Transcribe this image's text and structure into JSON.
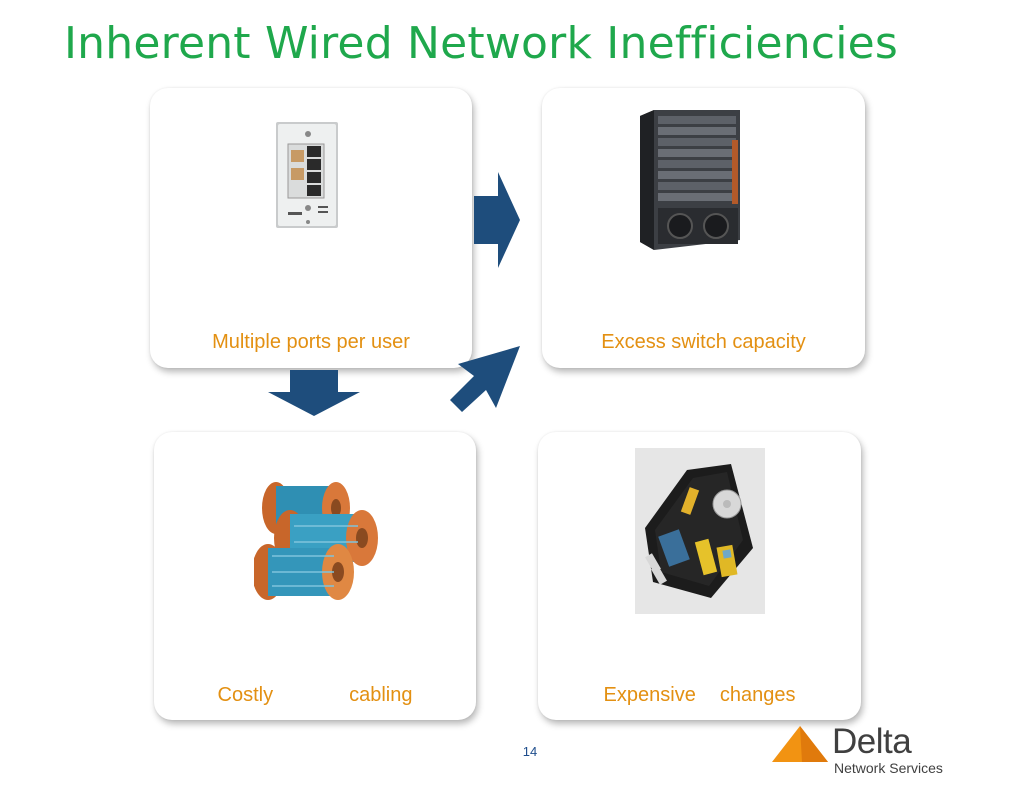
{
  "slide": {
    "title": "Inherent Wired Network Inefficiencies",
    "page_number": "14"
  },
  "cards": {
    "ports": {
      "caption": "Multiple ports per user",
      "icon": "wall-jack-image"
    },
    "switch": {
      "caption": "Excess switch capacity",
      "icon": "network-switch-image"
    },
    "cabling": {
      "caption_part1": "Costly",
      "caption_part2": "cabling",
      "icon": "cable-spools-image"
    },
    "changes": {
      "caption_part1": "Expensive",
      "caption_part2": "changes",
      "icon": "tool-kit-image"
    }
  },
  "logo": {
    "name": "Delta",
    "subtitle": "Network Services",
    "icon": "orange-triangle-icon"
  },
  "colors": {
    "title": "#1fa84c",
    "caption": "#e39012",
    "arrow": "#1e4d7c",
    "logo_accent": "#f29312"
  }
}
